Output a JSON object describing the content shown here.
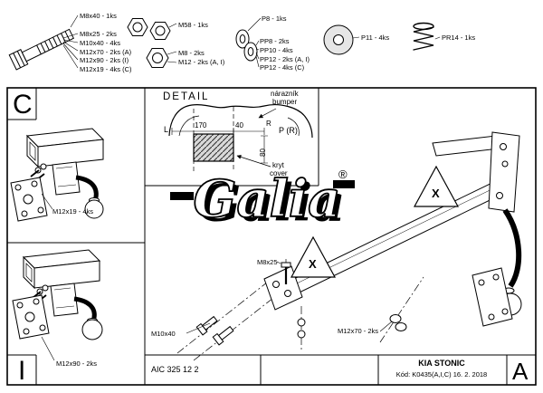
{
  "hardware": {
    "bolt_labels": [
      "M8x40 - 1ks",
      "M8x25 - 2ks",
      "M10x40 - 4ks",
      "M12x70 - 2ks (A)",
      "M12x90 - 2ks (I)",
      "M12x19 - 4ks (C)"
    ],
    "locknut_label": "M58 - 1ks",
    "nut_labels": [
      "M8 - 2ks",
      "M12 - 2ks (A, I)"
    ],
    "washer_labels": [
      "P8 - 1ks",
      "PP8 - 2ks",
      "PP10 - 4ks",
      "PP12 - 2ks (A, I)",
      "PP12 - 4ks (C)"
    ],
    "large_washer_label": "P11 - 4ks",
    "spring_washer_label": "PR14 - 1ks"
  },
  "sections": {
    "c": "C",
    "i": "I",
    "a": "A"
  },
  "detail": {
    "title": "DETAIL",
    "bumper_cz": "nárazník",
    "bumper_en": "bumper",
    "cover_cz": "kryt",
    "cover_en": "cover",
    "dim_170": "170",
    "dim_40": "40",
    "dim_80": "80",
    "left": "L",
    "right": "P (R)",
    "radius": "R"
  },
  "callouts": {
    "c_bolts": "M12x19 - 4ks",
    "i_bolts": "M12x90 - 2ks",
    "m8x25": "M8x25",
    "m10x40": "M10x40",
    "m12x70": "M12x70 - 2ks",
    "warning_mark": "X"
  },
  "brand": {
    "logo_text": "Galia",
    "registered_mark": "®"
  },
  "title_block": {
    "doc_number": "AIC 325 12 2",
    "vehicle": "KIA STONIC",
    "code_line": "Kód: K0435(A,I,C)  16. 2. 2018"
  }
}
